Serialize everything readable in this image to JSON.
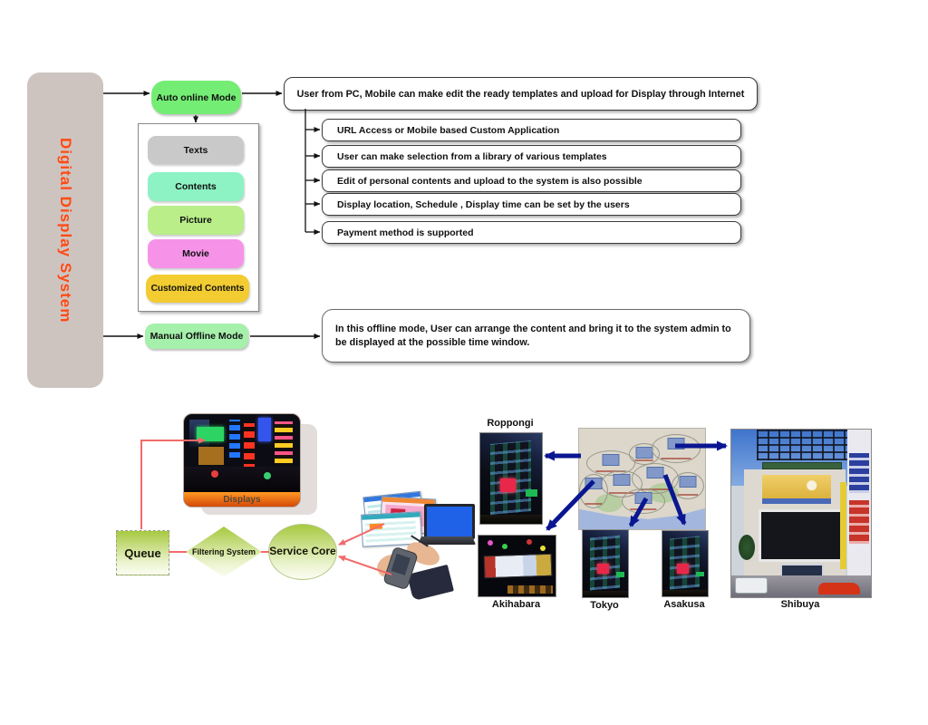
{
  "system": {
    "label": "Digital Display System"
  },
  "auto_mode": {
    "label": "Auto online Mode",
    "summary": "User from PC, Mobile can make edit the ready templates and upload for Display through Internet",
    "features": [
      "URL Access or Mobile based Custom Application",
      "User can make selection from a library of various templates",
      "Edit of personal contents and upload to the system is also possible",
      "Display location, Schedule , Display time can be set by the users",
      "Payment method  is supported"
    ],
    "content_types": [
      "Texts",
      "Contents",
      "Picture",
      "Movie",
      "Customized Contents"
    ]
  },
  "manual_mode": {
    "label": "Manual Offline Mode",
    "summary": "In this offline mode, User can arrange the content and bring it to the system admin to be displayed at the possible time window."
  },
  "service_flow": {
    "displays_label": "Displays",
    "queue_label": "Queue",
    "filtering_label": "Filtering System",
    "core_label": "Service Core"
  },
  "locations": {
    "roppongi": "Roppongi",
    "akihabara": "Akihabara",
    "tokyo": "Tokyo",
    "asakusa": "Asakusa",
    "shibuya": "Shibuya"
  },
  "colors": {
    "system_bar_bg": "#cdc4c0",
    "system_text": "#ff4a14",
    "auto_mode_bg": "#74ed74",
    "manual_mode_bg": "#a5f0ab",
    "texts_bg": "#c9c9c9",
    "contents_bg": "#8df2c4",
    "picture_bg": "#b9ee88",
    "movie_bg": "#f693e8",
    "customized_bg": "#f2cc31",
    "flow_line_red": "#f26a6a",
    "map_arrow_navy": "#0a1691",
    "flow_shape_green": "#a7c93f"
  }
}
